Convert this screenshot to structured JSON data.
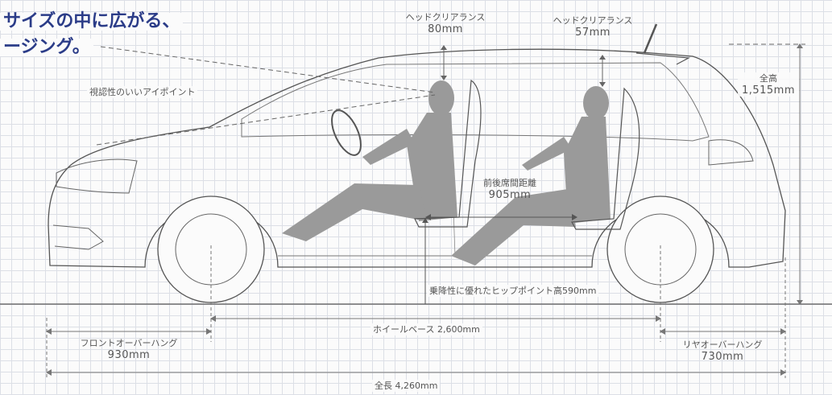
{
  "headline": {
    "line1": "サイズの中に広がる、",
    "line2": "ージング。"
  },
  "labels": {
    "eye_point": "視認性のいいアイポイント",
    "front_headroom_title": "ヘッドクリアランス",
    "front_headroom_value": "80mm",
    "rear_headroom_title": "ヘッドクリアランス",
    "rear_headroom_value": "57mm",
    "height_title": "全高",
    "height_value": "1,515mm",
    "couple_distance_title": "前後席間距離",
    "couple_distance_value": "905mm",
    "hip_point": "乗降性に優れたヒップポイント高590mm",
    "wheelbase": "ホイールベース 2,600mm",
    "front_overhang_title": "フロントオーバーハング",
    "front_overhang_value": "930mm",
    "rear_overhang_title": "リヤオーバーハング",
    "rear_overhang_value": "730mm",
    "length": "全長 4,260mm"
  },
  "colors": {
    "headline": "#2b3c88",
    "grid": "#dcdfe6",
    "line": "#555555",
    "silhouette": "#9a9a9a",
    "dim": "#8a8a8a"
  }
}
